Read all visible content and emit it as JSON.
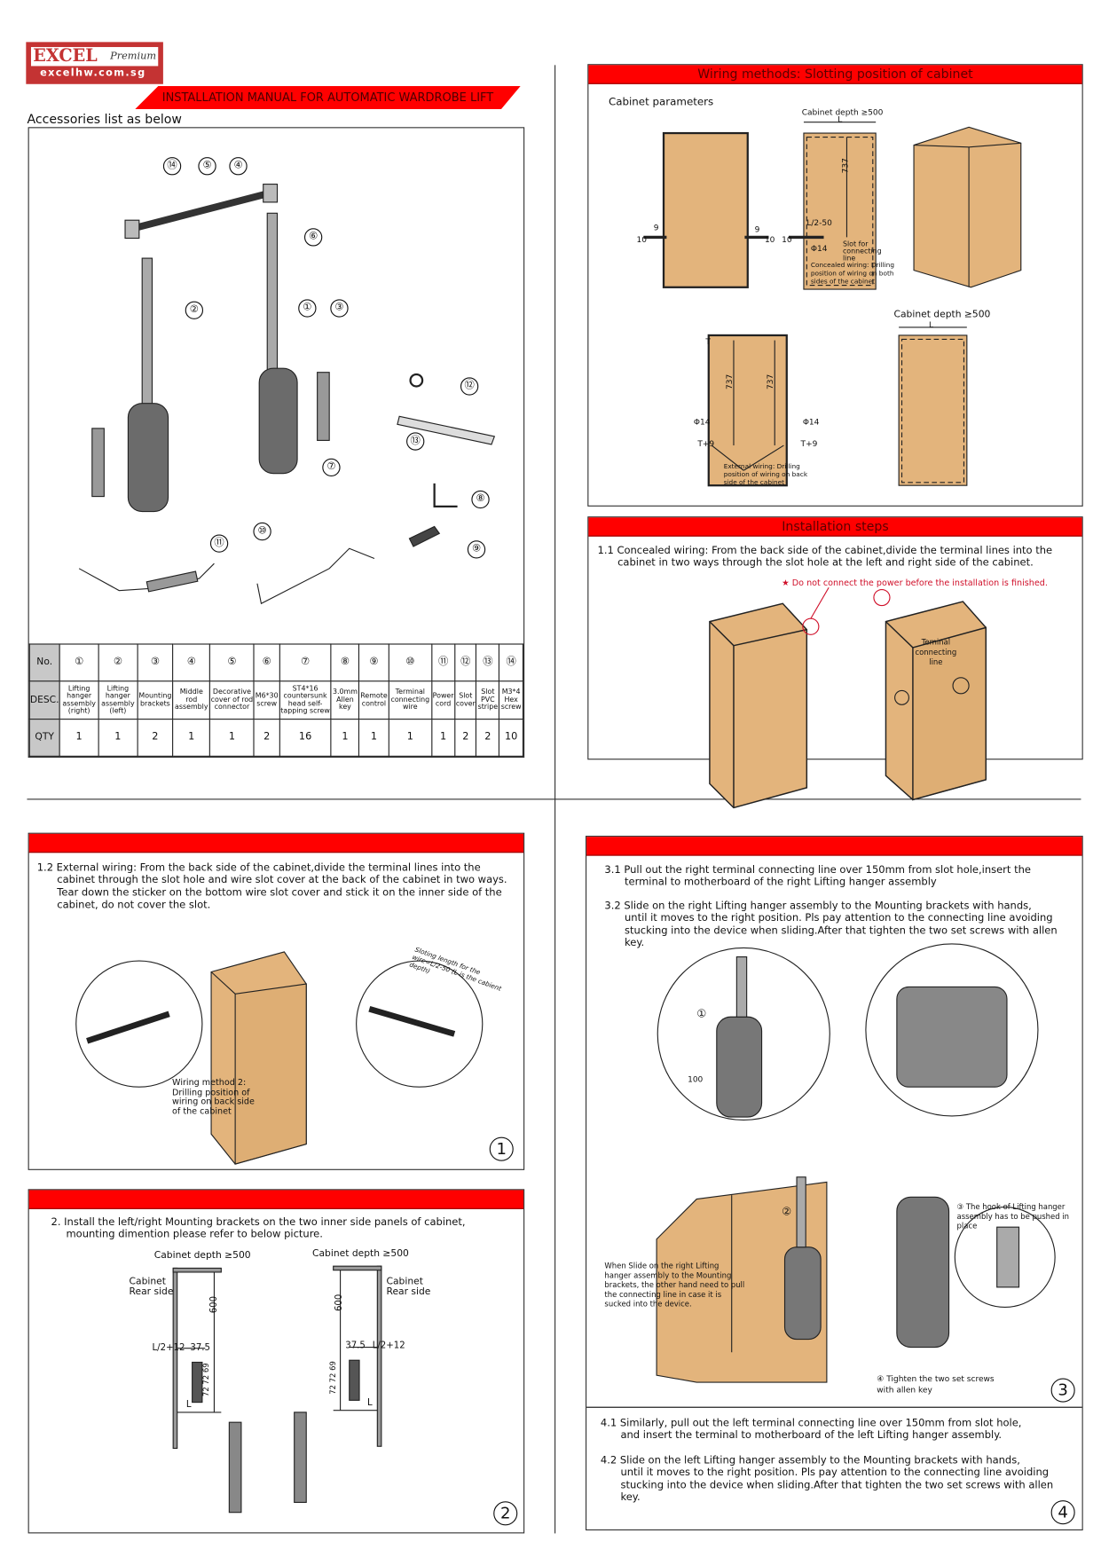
{
  "logo": {
    "brand": "EXCEL",
    "sub": "Premium",
    "site": "excelhw.com.sg"
  },
  "banner": "INSTALLATION MANUAL FOR AUTOMATIC WARDROBE LIFT",
  "accessories": {
    "title": "Accessories list as below",
    "row_labels": [
      "No.",
      "DESC.",
      "QTY"
    ],
    "items": [
      {
        "no": "①",
        "desc": "Lifting hanger assembly (right)",
        "qty": "1"
      },
      {
        "no": "②",
        "desc": "Lifting hanger assembly (left)",
        "qty": "1"
      },
      {
        "no": "③",
        "desc": "Mounting brackets",
        "qty": "2"
      },
      {
        "no": "④",
        "desc": "Middle rod assembly",
        "qty": "1"
      },
      {
        "no": "⑤",
        "desc": "Decorative cover of rod connector",
        "qty": "1"
      },
      {
        "no": "⑥",
        "desc": "M6*30 screw",
        "qty": "2"
      },
      {
        "no": "⑦",
        "desc": "ST4*16 countersunk head self-tapping screw",
        "qty": "16"
      },
      {
        "no": "⑧",
        "desc": "3.0mm Allen key",
        "qty": "1"
      },
      {
        "no": "⑨",
        "desc": "Remote control",
        "qty": "1"
      },
      {
        "no": "⑩",
        "desc": "Terminal connecting wire",
        "qty": "1"
      },
      {
        "no": "⑪",
        "desc": "Power cord",
        "qty": "1"
      },
      {
        "no": "⑫",
        "desc": "Slot cover",
        "qty": "2"
      },
      {
        "no": "⑬",
        "desc": "Slot PVC stripe",
        "qty": "2"
      },
      {
        "no": "⑭",
        "desc": "M3*4 Hex screw",
        "qty": "10"
      }
    ],
    "callouts": [
      "⑭",
      "⑤",
      "④",
      "⑥",
      "②",
      "①",
      "③",
      "⑫",
      "⑬",
      "⑦",
      "⑧",
      "⑩",
      "⑪",
      "⑨"
    ]
  },
  "wiring": {
    "header": "Wiring methods: Slotting position of cabinet",
    "subtitle": "Cabinet parameters",
    "depth_label": "Cabinet depth ≥500",
    "L": "L",
    "d737": "737",
    "d9": "9",
    "d10": "10",
    "l2_50": "L/2-50",
    "phi14": "Φ14",
    "slot_note": "Slot for connecting line",
    "concealed_note": "Concealed wiring: Drilling position of wiring on both sides of the cabinet",
    "T": "T",
    "T9": "T+9",
    "external_note": "External wiring: Drilling position of wiring on back side of the cabinet"
  },
  "install": {
    "header": "Installation steps",
    "step_1_1": "1.1 Concealed wiring:   From the back side of the cabinet,divide the terminal lines into the",
    "step_1_1b": "cabinet in two ways through the slot hole at the left and right side of the cabinet.",
    "warning": "★ Do not connect the power before the installation is finished.",
    "terminal_label": "Teminal connecting line"
  },
  "panel1": {
    "text_a": "1.2 External wiring:   From the back side of the cabinet,divide the terminal lines into the",
    "text_b": "cabinet through the slot hole and wire slot cover at the back of the cabinet in two ways.",
    "text_c": "Tear down the sticker on the bottom wire slot cover and stick it on the inner side of the",
    "text_d": "cabinet, do not cover the slot.",
    "method_note": "Wiring method 2: Drilling position of wiring on back side of the cabinet",
    "slot_note": "Sloting length for the wire=L/2-50 (L is the cabient depth)",
    "number": "1"
  },
  "panel2": {
    "text_a": "2. Install the left/right Mounting brackets on the two inner side panels of cabinet,",
    "text_b": "mounting dimention please refer to below picture.",
    "depth_label": "Cabinet depth ≥500",
    "rear": "Cabinet Rear side",
    "d600": "600",
    "l2_12": "L/2+12",
    "d375": "37.5",
    "d72": "72 72 69",
    "L": "L",
    "number": "2"
  },
  "panel3": {
    "step_3_1a": "3.1 Pull out the right terminal connecting line over 150mm from slot hole,insert the",
    "step_3_1b": "terminal to motherboard of the right Lifting hanger assembly",
    "step_3_2a": "3.2  Slide on the right Lifting hanger assembly to the Mounting brackets with hands,",
    "step_3_2b": "until it moves to the right position. Pls pay attention to the connecting line avoiding stucking into the device when sliding.After that tighten the two set screws with allen key.",
    "marker1": "①",
    "d100": "100",
    "marker2": "②",
    "slide_note": "When Slide on the right Lifting hanger assembly to the Mounting brackets, the other hand need to pull the connecting line in case it is sucked into the device.",
    "hook_note": "③ The hook of Lifting hanger assembly has to be pushed in place",
    "tighten_note": "④ Tighten the two set screws with allen key",
    "number": "3"
  },
  "panel4": {
    "step_4_1a": "4.1 Similarly,   pull out the left terminal connecting line over 150mm from slot hole,",
    "step_4_1b": "and insert the terminal to motherboard of the left Lifting hanger assembly.",
    "step_4_2a": "4.2 Slide on the left Lifting hanger assembly to the Mounting brackets with hands,",
    "step_4_2b": "until it moves to the right position. Pls pay attention to the connecting line avoiding stucking into the device when sliding.After that tighten the two set screws with allen key.",
    "number": "4"
  },
  "colors": {
    "red": "#ff0000",
    "wood": "#e3b47c",
    "logo": "#c43333"
  }
}
